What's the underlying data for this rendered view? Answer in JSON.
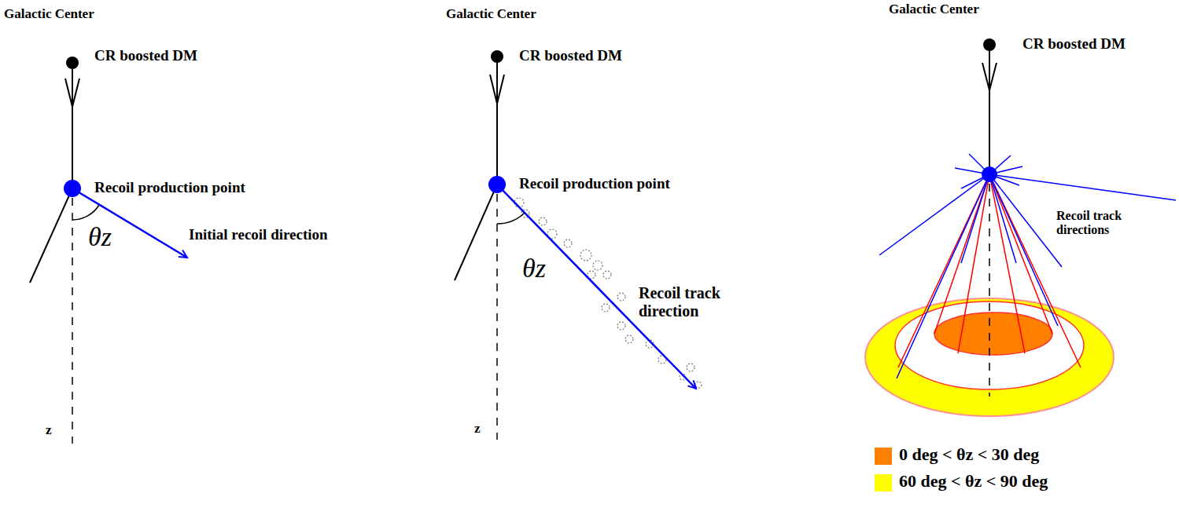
{
  "diagram": {
    "labels": [
      "Galactic Center",
      "CR boosted DM",
      "Recoil production point",
      "θz",
      "Initial recoil direction",
      "z",
      "Galactic Center",
      "CR boosted DM",
      "Recoil production point",
      "θz",
      "Recoil track direction",
      "z",
      "Galactic Center",
      "CR boosted DM",
      "Recoil track directions"
    ],
    "legend": [
      {
        "text": "0 deg < θz < 30 deg",
        "color": "#ff8000"
      },
      {
        "text": "60 deg < θz < 90 deg",
        "color": "#ffff00"
      }
    ]
  }
}
